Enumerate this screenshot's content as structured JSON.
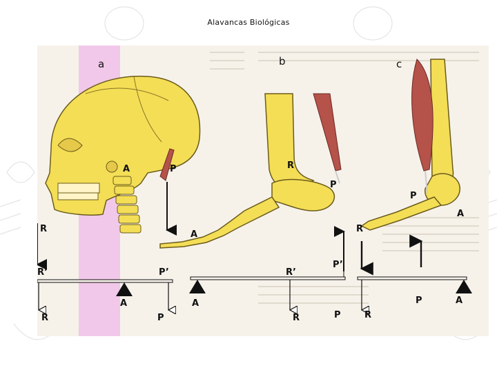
{
  "title": "Alavancas Biológicas",
  "panels": {
    "a": {
      "label": "a",
      "A": "A",
      "P": "P",
      "R": "R",
      "R_prime": "R’",
      "P_prime": "P’",
      "lever_A": "A",
      "lever_R": "R",
      "lever_P": "P"
    },
    "b": {
      "label": "b",
      "R": "R",
      "P": "P",
      "A": "A",
      "R_prime": "R’",
      "P_prime": "P’",
      "lever_A": "A",
      "lever_R": "R",
      "lever_P": "P"
    },
    "c": {
      "label": "c",
      "P": "P",
      "A": "A",
      "R": "R",
      "lever_P": "P",
      "lever_A": "A",
      "lever_R": "R"
    }
  },
  "colors": {
    "bone": "#f3de56",
    "bone_outline": "#6b5a1a",
    "muscle": "#b5524a",
    "pink_band": "#f0b6e8",
    "plate": "#f6f2ea"
  }
}
